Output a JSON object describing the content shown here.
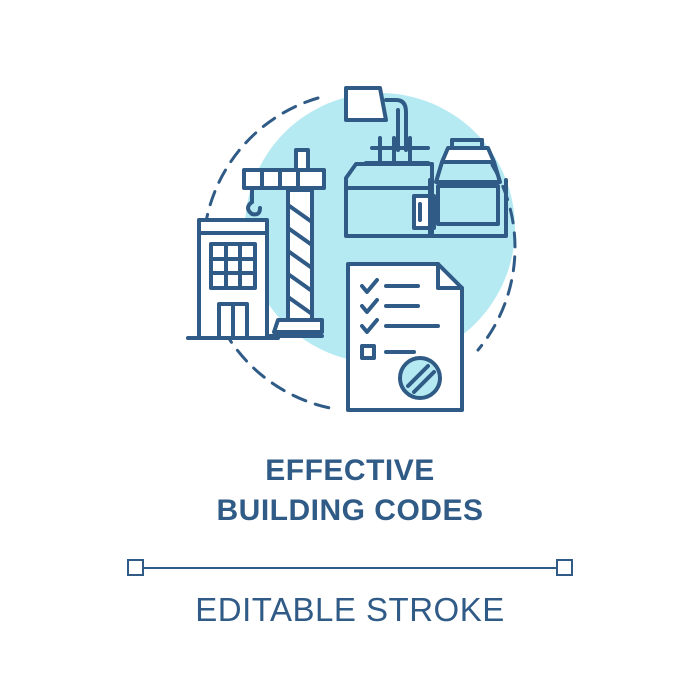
{
  "concept_icon": {
    "name": "effective building codes concept icon",
    "stroke_color": "#2f5b86",
    "accent_color": "#b6eaf3",
    "background_color": "#ffffff",
    "icons": [
      "office-building-icon",
      "tower-crane-icon",
      "gantry-crane-icon",
      "molten-ladle-icon",
      "concrete-block-icon",
      "checklist-document-icon",
      "approval-stamp-icon"
    ]
  },
  "title": {
    "line_1": "EFFECTIVE",
    "line_2": "BUILDING CODES"
  },
  "footer": {
    "label": "EDITABLE STROKE"
  }
}
